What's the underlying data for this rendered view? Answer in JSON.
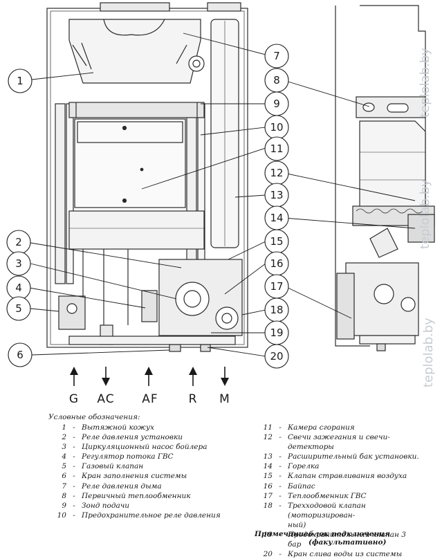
{
  "callouts": {
    "c1": "1",
    "c2": "2",
    "c3": "3",
    "c4": "4",
    "c5": "5",
    "c6": "6",
    "c7": "7",
    "c8": "8",
    "c9": "9",
    "c10": "10",
    "c11": "11",
    "c12": "12",
    "c13": "13",
    "c14": "14",
    "c15": "15",
    "c16": "16",
    "c17": "17",
    "c18": "18",
    "c19": "19",
    "c20": "20"
  },
  "ports": [
    "G",
    "AC",
    "AF",
    "R",
    "M"
  ],
  "watermark": "teplolab.by",
  "legend": {
    "title": "Условные обозначения:",
    "left": [
      {
        "num": "1",
        "text": "Вытяжной кожух"
      },
      {
        "num": "2",
        "text": "Реле давления установки"
      },
      {
        "num": "3",
        "text": "Циркуляционный насос бойлера"
      },
      {
        "num": "4",
        "text": "Регулятор потока ГВС"
      },
      {
        "num": "5",
        "text": "Газовый клапан"
      },
      {
        "num": "6",
        "text": "Кран заполнения системы"
      },
      {
        "num": "7",
        "text": "Реле давления дыма"
      },
      {
        "num": "8",
        "text": "Первичный теплообменник"
      },
      {
        "num": "9",
        "text": "Зонд подачи"
      },
      {
        "num": "10",
        "text": "Предохранительное реле давления"
      }
    ],
    "right": [
      {
        "num": "11",
        "text": "Камера сгорания"
      },
      {
        "num": "12",
        "text": "Свечи зажегания и свечи-детекторы"
      },
      {
        "num": "13",
        "text": "Расширительный бак установки."
      },
      {
        "num": "14",
        "text": "Горелка"
      },
      {
        "num": "15",
        "text": "Клапан стравливания воздуха"
      },
      {
        "num": "16",
        "text": "Байпас"
      },
      {
        "num": "17",
        "text": "Теплообменник ГВС"
      },
      {
        "num": "18",
        "text": "Трехходовой клапан (моторизирован-"
      },
      {
        "num": "",
        "text": "ный)"
      },
      {
        "num": "19",
        "text": "Предохранительный клапан 3 бар"
      },
      {
        "num": "20",
        "text": "Кран слива воды из системы"
      }
    ],
    "dash": "-",
    "note_label": "Примечание:",
    "note_line1": "блок подключения",
    "note_line2": "(факультативно)"
  }
}
